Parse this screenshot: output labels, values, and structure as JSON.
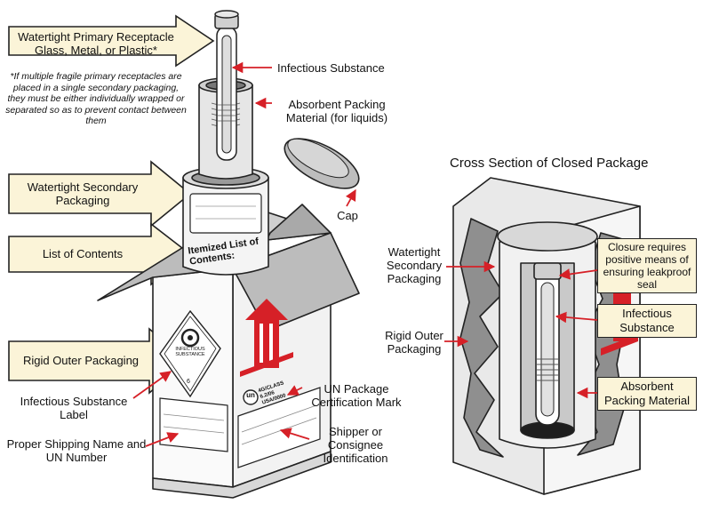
{
  "left_callouts": {
    "primary": "Watertight Primary Receptacle Glass, Metal, or Plastic*",
    "secondary": "Watertight Secondary Packaging",
    "contents": "List of Contents",
    "outer": "Rigid Outer Packaging"
  },
  "footnote": "*If multiple fragile primary receptacles are placed in a single secondary packaging, they must be either individually wrapped or separated so as to prevent contact between them",
  "labels": {
    "infectious_substance": "Infectious Substance",
    "absorbent": "Absorbent Packing Material (for liquids)",
    "cap": "Cap",
    "infectious_label": "Infectious Substance Label",
    "shipping_name": "Proper Shipping Name and UN Number",
    "un_mark": "UN Package Certification Mark",
    "shipper": "Shipper or Consignee Identification"
  },
  "box_text": {
    "itemized": "Itemized List of Contents:",
    "diamond": "INFECTIOUS SUBSTANCE",
    "diamond_class": "6",
    "un_code": "4G/CLASS 6.2/06 USA/0000",
    "un_symbol": "un"
  },
  "cross_section": {
    "title": "Cross Section of Closed Package",
    "secondary": "Watertight Secondary Packaging",
    "outer": "Rigid Outer Packaging",
    "closure": "Closure requires positive means of ensuring leakproof seal",
    "infectious": "Infectious Substance",
    "absorbent": "Absorbent Packing Material"
  },
  "colors": {
    "arrow_fill": "#fbf4d8",
    "hazard_red": "#d62027",
    "outline": "#222222",
    "box_grey": "#bcbcbc"
  }
}
